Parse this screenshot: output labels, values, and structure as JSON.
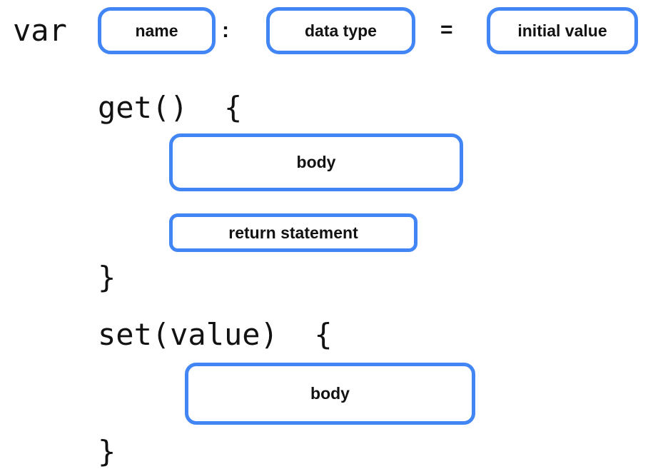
{
  "diagram": {
    "title": "Kotlin property declaration syntax diagram",
    "accent_color": "#4285f4",
    "text_color": "#121212",
    "background_color": "#ffffff",
    "keywords": {
      "var": "var",
      "get_open": "get()  {",
      "get_close": "}",
      "set_open": "set(value)  {",
      "set_close": "}"
    },
    "operators": {
      "colon": ":",
      "equals": "="
    },
    "placeholders": {
      "name": "name",
      "data_type": "data type",
      "initial_value": "initial value",
      "get_body": "body",
      "return_statement": "return statement",
      "set_body": "body"
    }
  }
}
